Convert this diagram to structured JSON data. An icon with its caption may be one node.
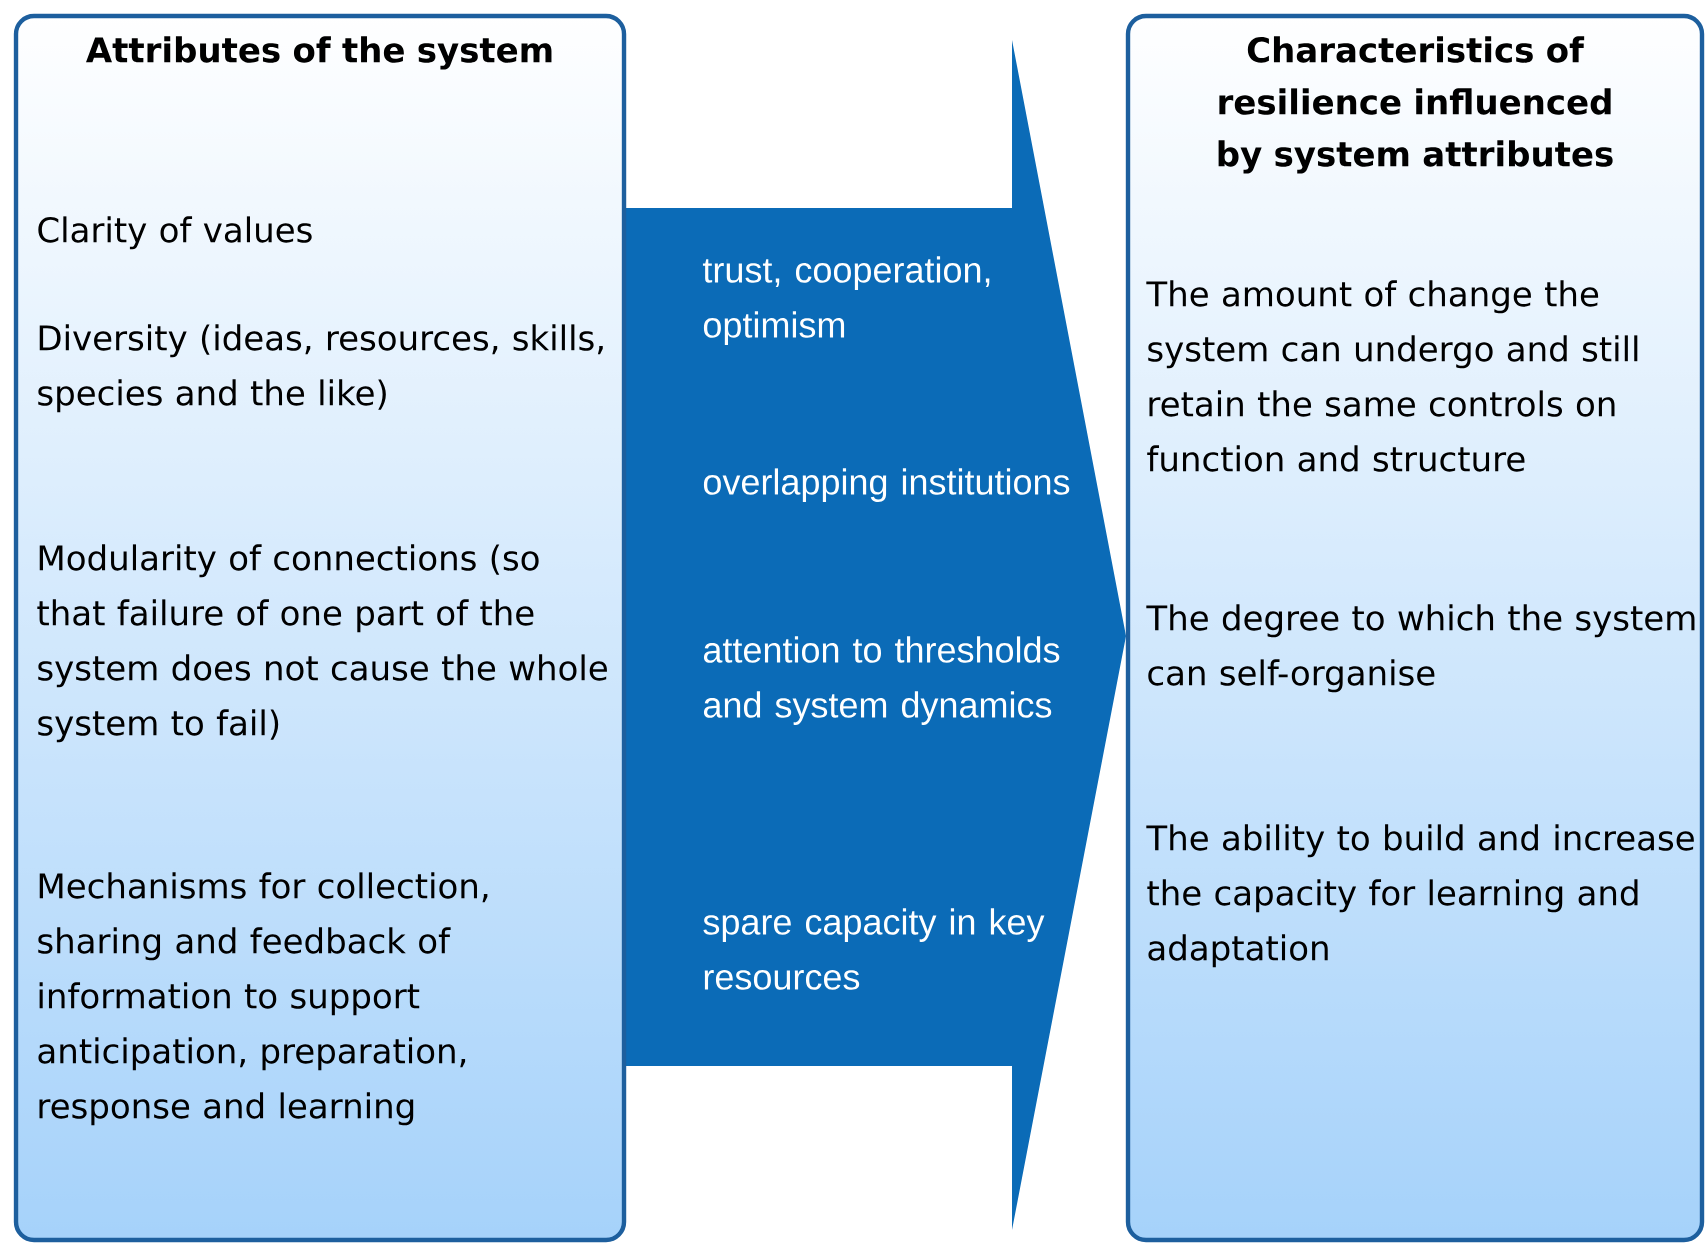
{
  "diagram": {
    "nodes": [
      {
        "text": [
          "Attributes of the system",
          "Clarity of values",
          "Diversity (ideas, resources, skills, species and the like)",
          "Modularity of connections (so that failure of one part of the system does not cause the whole system to fail)",
          "Mechanisms for collection, sharing and feedback of information to support anticipation, preparation, response and learning"
        ]
      },
      {
        "text": [
          "trust, cooperation, optimism",
          "overlapping institutions",
          "attention to thresholds and system dynamics",
          "spare capacity in key resources"
        ]
      },
      {
        "text": [
          "Characteristics of resilience influenced by system attributes",
          "The amount of change the system can undergo and still retain the same controls on function and structure",
          "The degree to which the system can self-organise",
          "The ability to build and increase the capacity for learning and adaptation"
        ]
      }
    ]
  }
}
